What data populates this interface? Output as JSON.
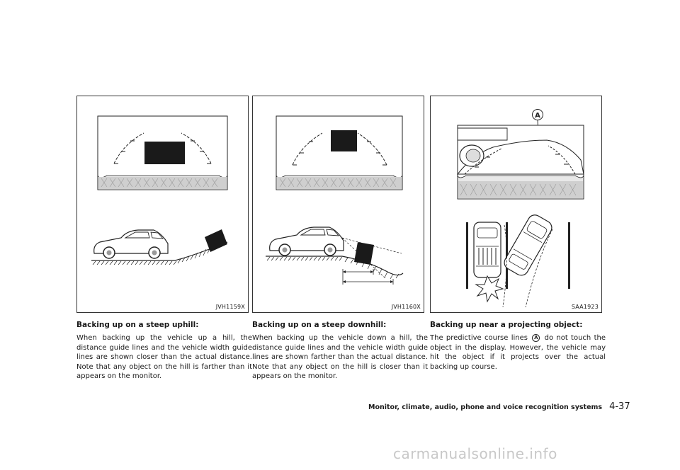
{
  "panels": [
    {
      "code": "JVH1159X",
      "heading": "Backing up on a steep uphill:",
      "body": "When backing up the vehicle up a hill, the distance guide lines and the vehicle width guide lines are shown closer than the actual distance. Note that any object on the hill is farther than it appears on the monitor."
    },
    {
      "code": "JVH1160X",
      "heading": "Backing up on a steep downhill:",
      "body": "When backing up the vehicle down a hill, the distance guide lines and the vehicle width guide lines are shown farther than the actual distance. Note that any object on the hill is closer than it appears on the monitor."
    },
    {
      "code": "SAA1923",
      "heading": "Backing up near a projecting object:",
      "body_before": "The predictive course lines",
      "callout": "A",
      "body_after": "do not touch the object in the display. However, the vehicle may hit the object if it projects over the actual backing up course."
    }
  ],
  "figure_label": "A",
  "footer": {
    "title": "Monitor, climate, audio, phone and voice recognition systems",
    "page": "4-37"
  },
  "watermark": "carmanualsonline.info"
}
